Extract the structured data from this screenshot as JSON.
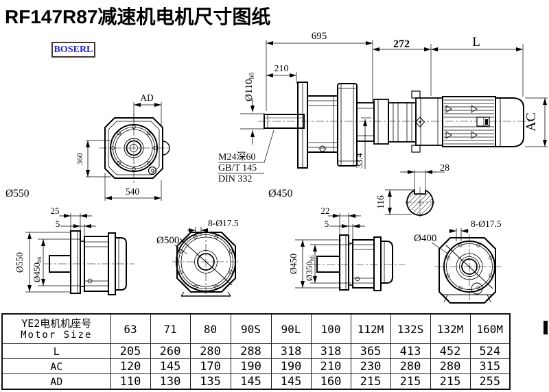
{
  "title": "RF147R87减速机电机尺寸图纸",
  "logo": "BOSERL",
  "colors": {
    "logo_text": "#2222bb",
    "logo_border": "#4a3434",
    "line": "#000000"
  },
  "drawing": {
    "labels": {
      "dim_695": "695",
      "dim_210": "210",
      "shaft_dia_main": "Ø110",
      "shaft_dia_sub": "h6",
      "dim_272": "272",
      "dim_L": "L",
      "dim_AC": "AC",
      "dim_33_4": "33.4",
      "thread_line1": "M24深60",
      "thread_line2": "GB/T 145",
      "thread_line3": "DIN 332",
      "dia_450_center": "Ø450",
      "dim_28": "28",
      "dim_116": "116",
      "dim_AD": "AD",
      "dim_360": "360",
      "dim_540": "540",
      "dia_550_front": "Ø550",
      "dim_25": "25",
      "dim_5_left": "5",
      "dia_550_side": "Ø550",
      "dia_450h6_main": "Ø450",
      "dia_450h6_sub": "h6",
      "dia_500": "Ø500",
      "bolt_note_left": "8-Ø17.5",
      "dim_22": "22",
      "dim_5_right": "5",
      "dia_450_side": "Ø450",
      "dia_350h6_main": "Ø350",
      "dia_350h6_sub": "h6",
      "dia_400": "Ø400",
      "bolt_note_right": "8-Ø17.5"
    }
  },
  "table": {
    "header_cn": "YE2电机机座号",
    "header_en": "Motor Size",
    "columns": [
      "63",
      "71",
      "80",
      "90S",
      "90L",
      "100",
      "112M",
      "132S",
      "132M",
      "160M"
    ],
    "rows": [
      {
        "label": "L",
        "values": [
          "205",
          "260",
          "280",
          "288",
          "318",
          "318",
          "365",
          "413",
          "452",
          "524"
        ]
      },
      {
        "label": "AC",
        "values": [
          "120",
          "145",
          "170",
          "190",
          "190",
          "210",
          "230",
          "280",
          "280",
          "315"
        ]
      },
      {
        "label": "AD",
        "values": [
          "110",
          "130",
          "135",
          "145",
          "145",
          "160",
          "215",
          "215",
          "215",
          "255"
        ]
      }
    ]
  }
}
